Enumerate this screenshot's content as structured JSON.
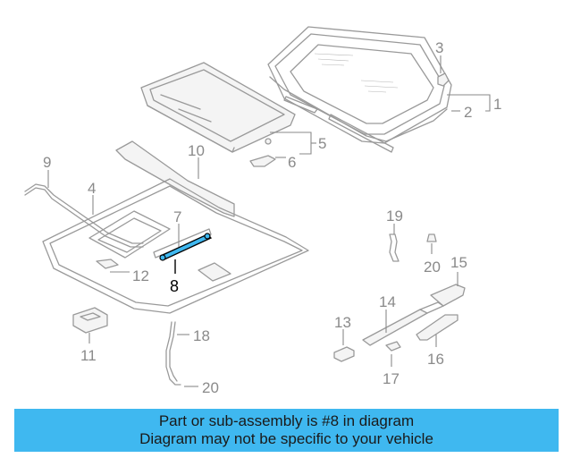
{
  "diagram": {
    "labels": {
      "l1": "1",
      "l2": "2",
      "l3": "3",
      "l4": "4",
      "l5": "5",
      "l6": "6",
      "l7": "7",
      "l8": "8",
      "l9": "9",
      "l10": "10",
      "l11": "11",
      "l12": "12",
      "l13": "13",
      "l14": "14",
      "l15": "15",
      "l16": "16",
      "l17": "17",
      "l18": "18",
      "l19": "19",
      "l20a": "20",
      "l20b": "20"
    },
    "highlight_color": "#3fb8f0",
    "part_color": "#9a9a9a"
  },
  "banner": {
    "line1": "Part or sub-assembly is #8 in diagram",
    "line2": "Diagram may not be specific to your vehicle",
    "background": "#3fb8f0"
  }
}
